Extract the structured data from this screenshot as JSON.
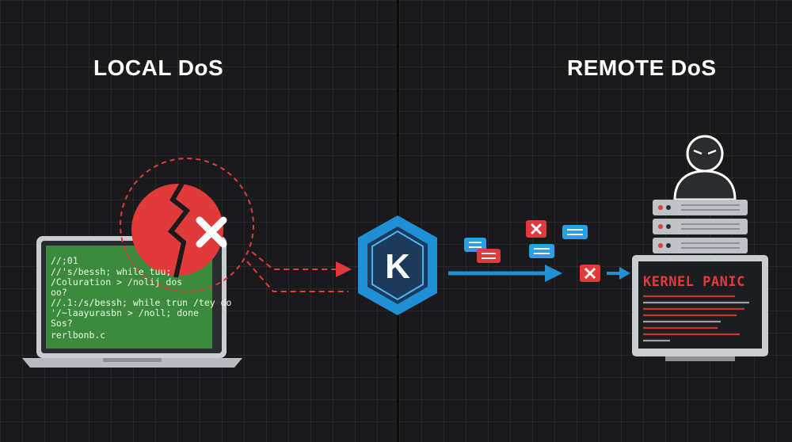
{
  "left_panel": {
    "title": "LOCAL DoS"
  },
  "right_panel": {
    "title": "REMOTE DoS"
  },
  "terminal": {
    "lines": [
      "//;01",
      "//'s/bessh; while tuu;",
      "/Coluration > /nolij dos",
      "oo?",
      "//.1:/s/bessh; while trun /tey do",
      "'/~laayurasbn > /noll; done",
      "Sos?",
      "  rerlbonb.c"
    ]
  },
  "kernel": {
    "letter": "K"
  },
  "server": {
    "panic_title": "KERNEL PANIC"
  },
  "colors": {
    "background": "#1a1a1c",
    "terminal_green": "#3b8a3e",
    "error_red": "#e03a3a",
    "accent_blue": "#1f8fd6",
    "hex_dark": "#1b3a5c"
  }
}
